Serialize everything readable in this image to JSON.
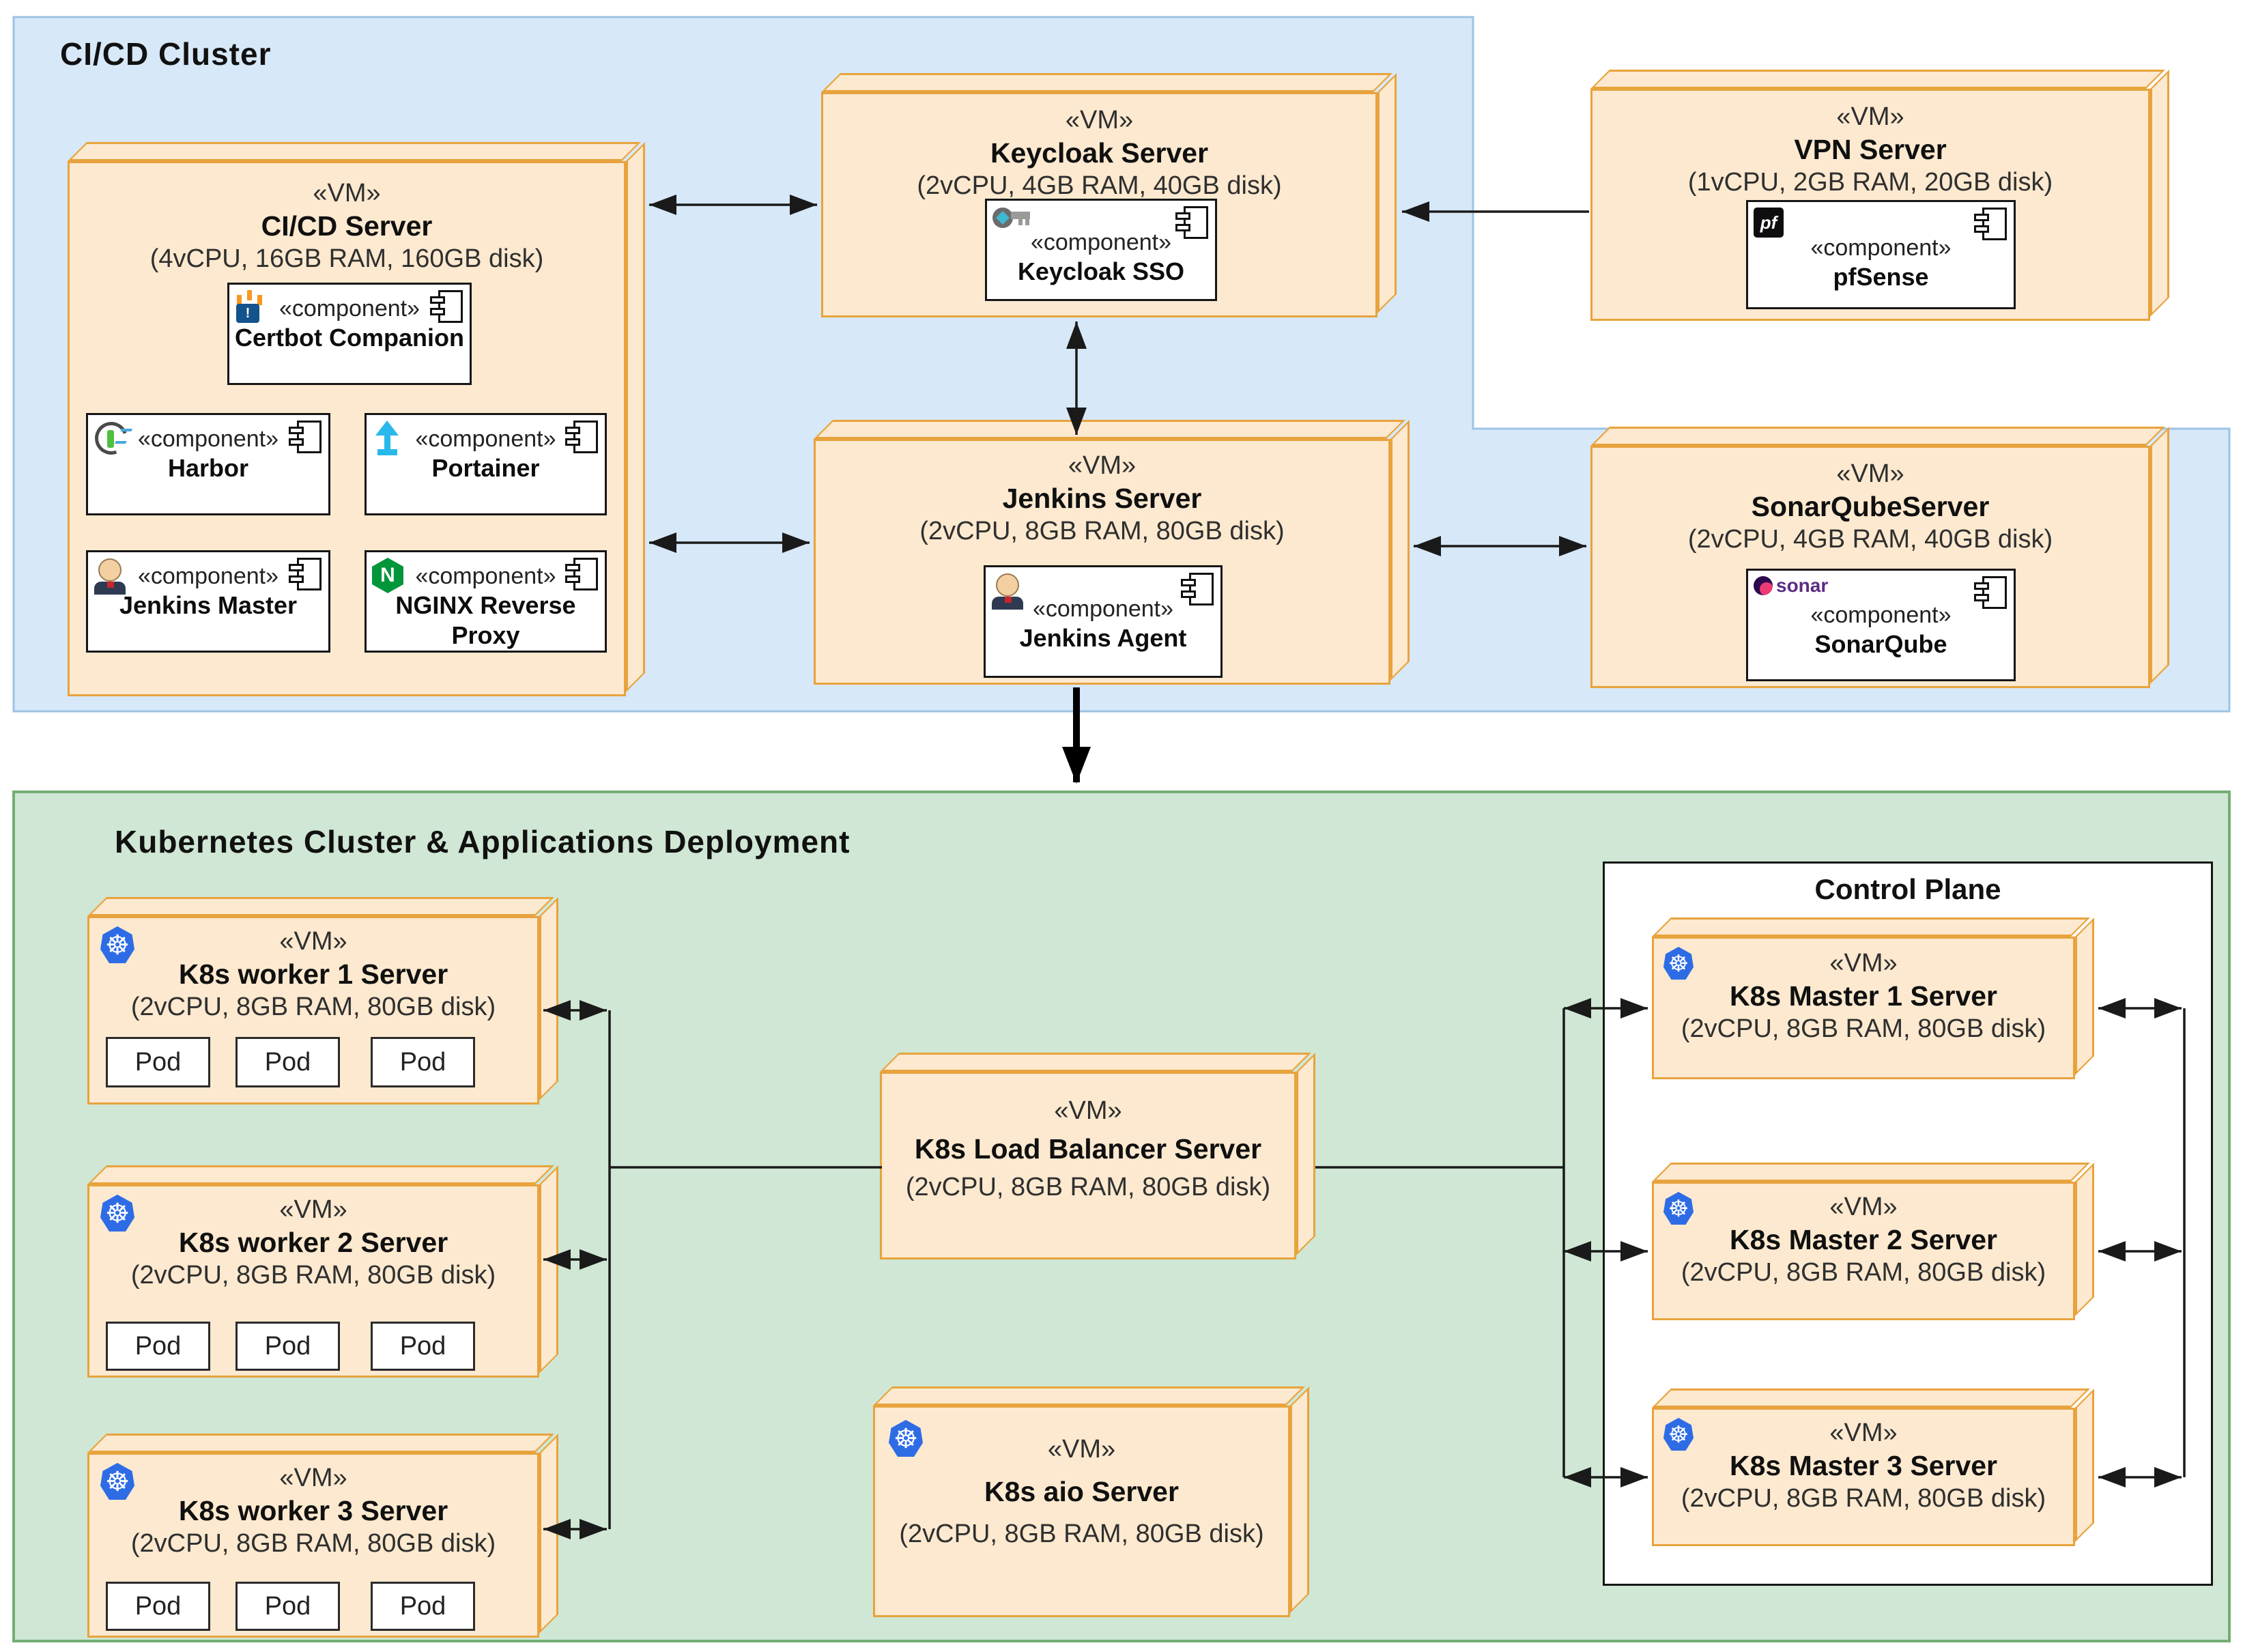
{
  "regions": {
    "cicd": {
      "label": "CI/CD Cluster"
    },
    "k8s": {
      "label": "Kubernetes Cluster & Applications Deployment"
    },
    "control_plane": {
      "label": "Control Plane"
    }
  },
  "nodes": {
    "cicd": {
      "stereotype": "«VM»",
      "name": "CI/CD Server",
      "spec": "(4vCPU, 16GB RAM, 160GB disk)"
    },
    "keycloak": {
      "stereotype": "«VM»",
      "name": "Keycloak Server",
      "spec": "(2vCPU, 4GB RAM, 40GB disk)"
    },
    "vpn": {
      "stereotype": "«VM»",
      "name": "VPN Server",
      "spec": "(1vCPU, 2GB RAM, 20GB disk)"
    },
    "jenkins": {
      "stereotype": "«VM»",
      "name": "Jenkins Server",
      "spec": "(2vCPU, 8GB RAM, 80GB disk)"
    },
    "sonar": {
      "stereotype": "«VM»",
      "name": "SonarQubeServer",
      "spec": "(2vCPU, 4GB RAM, 40GB disk)"
    },
    "worker1": {
      "stereotype": "«VM»",
      "name": "K8s worker 1 Server",
      "spec": "(2vCPU, 8GB RAM, 80GB disk)"
    },
    "worker2": {
      "stereotype": "«VM»",
      "name": "K8s worker 2 Server",
      "spec": "(2vCPU, 8GB RAM, 80GB disk)"
    },
    "worker3": {
      "stereotype": "«VM»",
      "name": "K8s worker 3 Server",
      "spec": "(2vCPU, 8GB RAM, 80GB disk)"
    },
    "lb": {
      "stereotype": "«VM»",
      "name": "K8s Load Balancer Server",
      "spec": "(2vCPU, 8GB RAM, 80GB disk)"
    },
    "aio": {
      "stereotype": "«VM»",
      "name": "K8s aio Server",
      "spec": "(2vCPU, 8GB RAM, 80GB disk)"
    },
    "master1": {
      "stereotype": "«VM»",
      "name": "K8s Master 1 Server",
      "spec": "(2vCPU, 8GB RAM, 80GB disk)"
    },
    "master2": {
      "stereotype": "«VM»",
      "name": "K8s Master 2 Server",
      "spec": "(2vCPU, 8GB RAM, 80GB disk)"
    },
    "master3": {
      "stereotype": "«VM»",
      "name": "K8s Master 3 Server",
      "spec": "(2vCPU, 8GB RAM, 80GB disk)"
    }
  },
  "components": {
    "certbot": {
      "stereotype": "«component»",
      "name": "Certbot Companion"
    },
    "harbor": {
      "stereotype": "«component»",
      "name": "Harbor"
    },
    "portainer": {
      "stereotype": "«component»",
      "name": "Portainer"
    },
    "jenkins_master": {
      "stereotype": "«component»",
      "name": "Jenkins Master"
    },
    "nginx": {
      "stereotype": "«component»",
      "name": "NGINX Reverse Proxy"
    },
    "keycloak_sso": {
      "stereotype": "«component»",
      "name": "Keycloak SSO"
    },
    "pfsense": {
      "stereotype": "«component»",
      "name": "pfSense"
    },
    "jenkins_agent": {
      "stereotype": "«component»",
      "name": "Jenkins Agent"
    },
    "sonarqube": {
      "stereotype": "«component»",
      "name": "SonarQube"
    }
  },
  "pod_label": "Pod",
  "icons": {
    "k8s_glyph": "☸",
    "sonar_text": "sonar"
  },
  "colors": {
    "cicd_region_fill": "#D7E8F8",
    "cicd_region_border": "#9CC3E5",
    "k8s_region_fill": "#CFE7D4",
    "k8s_region_border": "#74AE74",
    "node_fill": "#FCE9CF",
    "node_border": "#E8A33D",
    "arrow": "#1a1a1a",
    "k8s_icon_blue": "#2E6CE6",
    "nginx_green": "#009639"
  }
}
